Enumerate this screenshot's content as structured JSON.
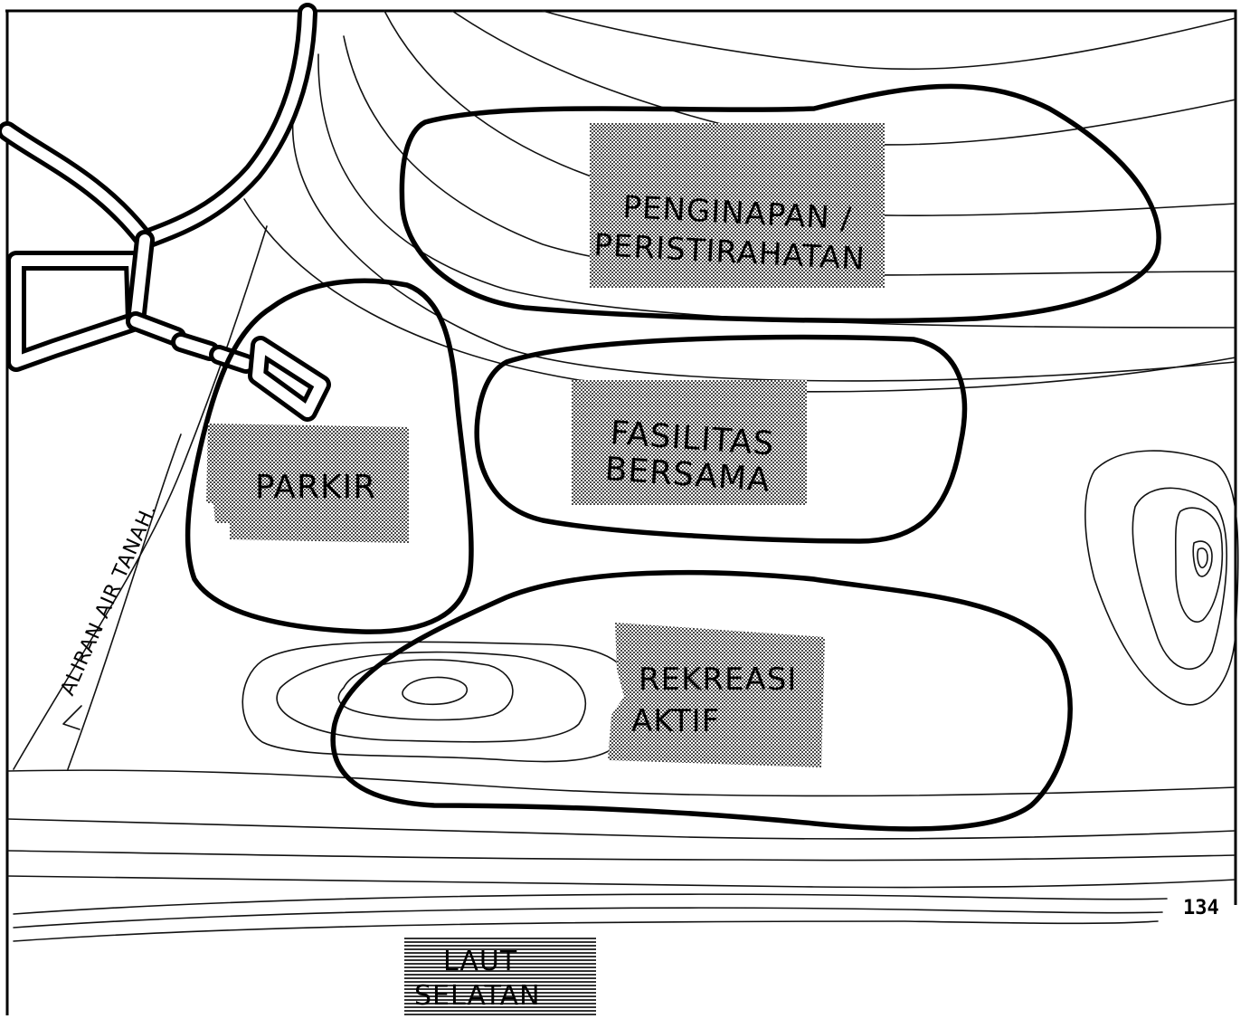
{
  "zones": {
    "penginapan": {
      "line1": "PENGINAPAN /",
      "line2": "PERISTIRAHATAN"
    },
    "fasilitas": {
      "line1": "FASILITAS",
      "line2": "BERSAMA"
    },
    "parkir": {
      "label": "PARKIR"
    },
    "rekreasi": {
      "line1": "REKREASI",
      "line2": "AKTIF"
    }
  },
  "sea": {
    "line1": "LAUT",
    "line2": "SELATAN"
  },
  "water_flow": {
    "label": "ALIRAN AIR TANAH."
  },
  "page_number": "134"
}
